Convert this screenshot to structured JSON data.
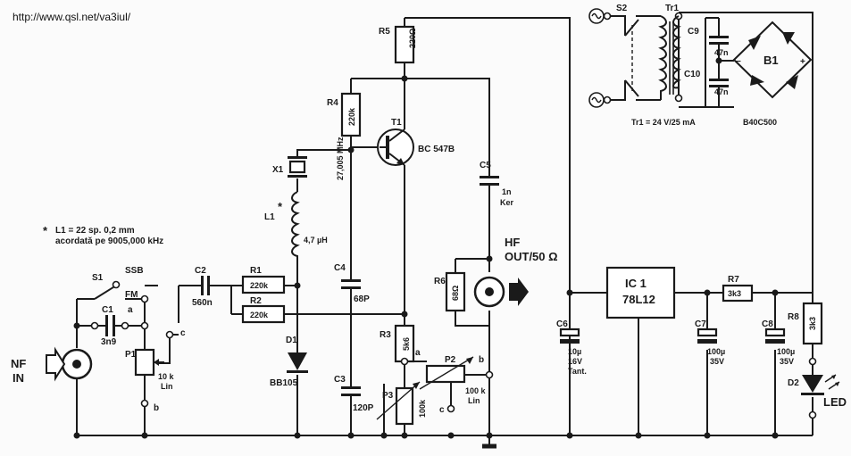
{
  "source_url": "http://www.qsl.net/va3iul/",
  "note": {
    "line1": "L1 = 22 sp. 0,2 mm",
    "line2": "acordată pe 9005,000 kHz"
  },
  "labels": {
    "nf_in_1": "NF",
    "nf_in_2": "IN",
    "hf_out_1": "HF",
    "hf_out_2": "OUT/50 Ω",
    "s1": "S1",
    "ssb": "SSB",
    "fm": "FM",
    "s2": "S2",
    "tr1": "Tr1",
    "tr1_spec": "Tr1 = 24 V/25 mA",
    "b1": "B1",
    "b1_spec": "B40C500",
    "t1": "T1",
    "t1_type": "BC 547B",
    "ic1": "IC 1",
    "ic1_type": "78L12",
    "d1": "D1",
    "d1_type": "BB105",
    "d2": "D2",
    "led": "LED",
    "x1": "X1",
    "x1_freq": "27,005 MHz",
    "l1": "L1",
    "l1_val": "4,7 µH",
    "pin_a1": "a",
    "pin_b1": "b",
    "pin_c1": "c",
    "pin_a2": "a",
    "pin_b2": "b",
    "pin_c2": "c"
  },
  "components": {
    "r1": {
      "name": "R1",
      "value": "220k"
    },
    "r2": {
      "name": "R2",
      "value": "220k"
    },
    "r3": {
      "name": "R3",
      "value": "5k6"
    },
    "r4": {
      "name": "R4",
      "value": "220k"
    },
    "r5": {
      "name": "R5",
      "value": "220Ω"
    },
    "r6": {
      "name": "R6",
      "value": "68Ω"
    },
    "r7": {
      "name": "R7",
      "value": "3k3"
    },
    "r8": {
      "name": "R8",
      "value": "3k3"
    },
    "c1": {
      "name": "C1",
      "value": "3n9"
    },
    "c2": {
      "name": "C2",
      "value": "560n"
    },
    "c3": {
      "name": "C3",
      "value": "120P"
    },
    "c4": {
      "name": "C4",
      "value": "68P"
    },
    "c5": {
      "name": "C5",
      "value1": "1n",
      "value2": "Ker"
    },
    "c6": {
      "name": "C6",
      "value1": "10µ",
      "value2": "16V",
      "value3": "Tant."
    },
    "c7": {
      "name": "C7",
      "value1": "100µ",
      "value2": "35V"
    },
    "c8": {
      "name": "C8",
      "value1": "100µ",
      "value2": "35V"
    },
    "c9": {
      "name": "C9",
      "value": "47n"
    },
    "c10": {
      "name": "C10",
      "value": "47n"
    },
    "p1": {
      "name": "P1",
      "value1": "10 k",
      "value2": "Lin"
    },
    "p2": {
      "name": "P2",
      "value1": "100 k",
      "value2": "Lin"
    },
    "p3": {
      "name": "P3",
      "value": "100k"
    }
  }
}
